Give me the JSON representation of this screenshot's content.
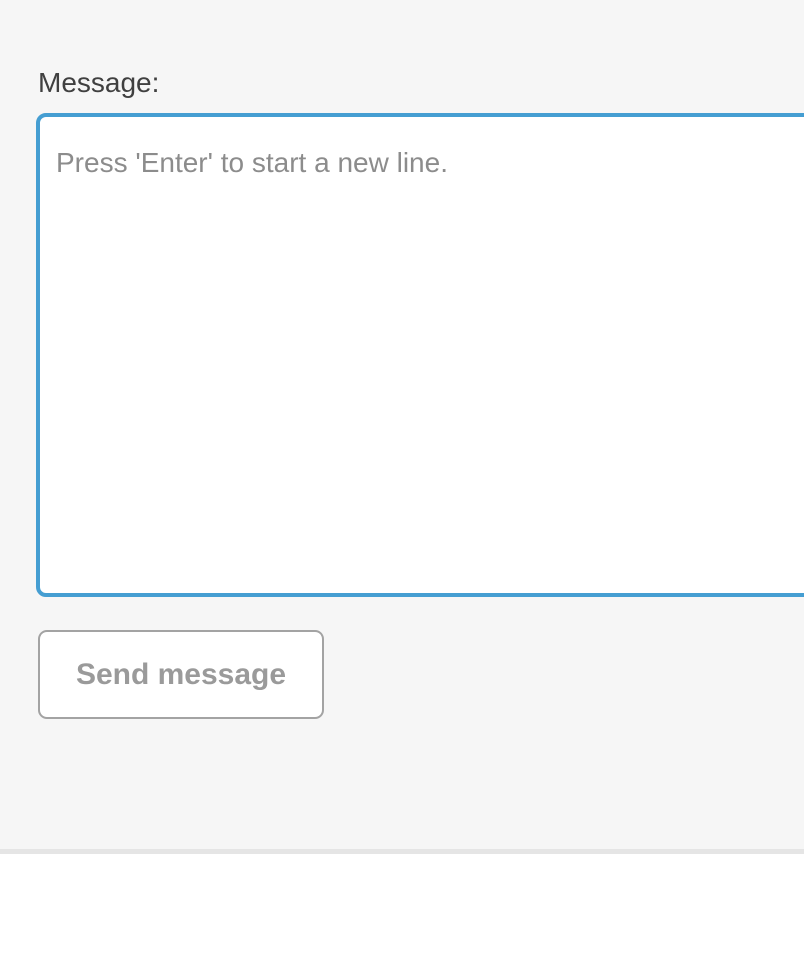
{
  "page": {
    "content_background": "#f6f6f6",
    "divider_color": "#e5e5e5",
    "footer_background": "#ffffff"
  },
  "form": {
    "label": "Message:",
    "textarea": {
      "value": "",
      "placeholder": "Press 'Enter' to start a new line.",
      "focus_border_color": "#459ed2",
      "placeholder_color": "#8c8c8c"
    },
    "send_button": {
      "label": "Send message",
      "text_color": "#9a9a9a",
      "border_color": "#a3a3a3"
    }
  }
}
